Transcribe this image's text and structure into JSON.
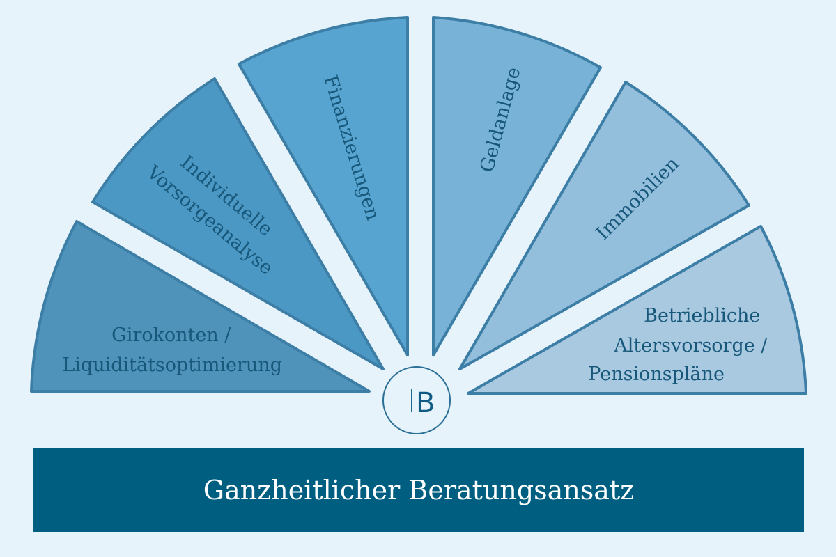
{
  "segments": [
    {
      "lines": [
        "Girokonten /",
        "Liquiditätsoptimierung"
      ],
      "fill": "#4f93bb"
    },
    {
      "lines": [
        "Individuelle",
        "Vorsorgeanalyse"
      ],
      "fill": "#4c98c5"
    },
    {
      "lines": [
        "Finanzierungen"
      ],
      "fill": "#57a4d0"
    },
    {
      "lines": [
        "Geldanlage"
      ],
      "fill": "#78b3d7"
    },
    {
      "lines": [
        "Immobilien"
      ],
      "fill": "#93bfdc"
    },
    {
      "lines": [
        "Betriebliche",
        "Altersvorsorge /",
        "Pensionspläne"
      ],
      "fill": "#a9c9e1"
    }
  ],
  "logo": {
    "letter": "B"
  },
  "banner": {
    "title": "Ganzheitlicher Beratungsansatz"
  },
  "colors": {
    "background": "#e6f3fb",
    "banner": "#005e80",
    "stroke": "#3c7ea5",
    "text": "#17587a"
  }
}
